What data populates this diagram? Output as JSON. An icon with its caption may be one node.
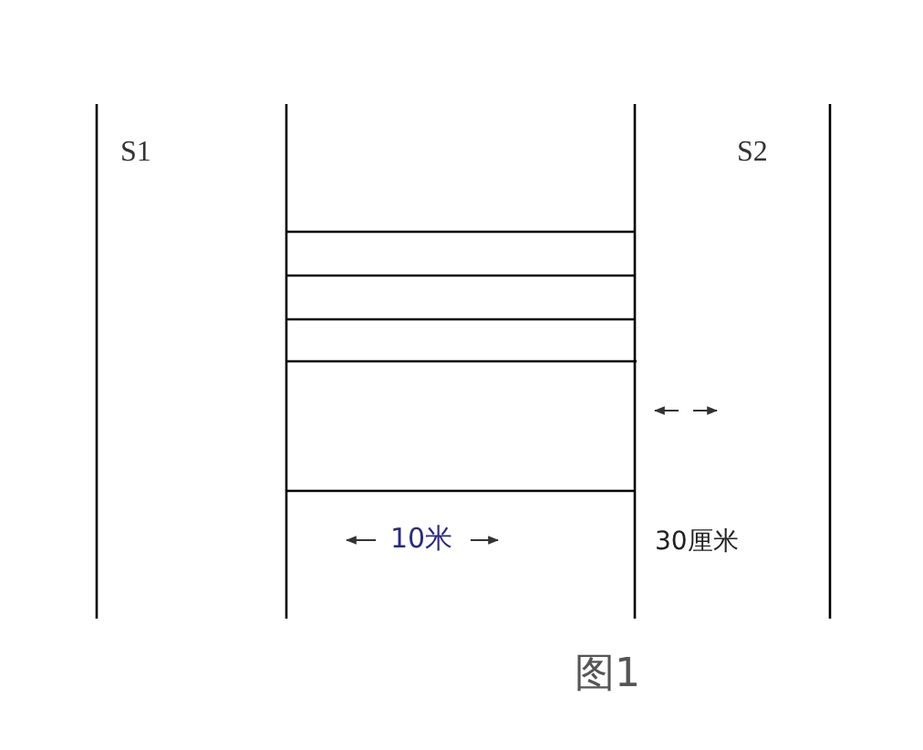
{
  "diagram": {
    "caption": "图1",
    "labels": [
      "S1",
      "S2",
      "10米",
      "30厘米"
    ]
  }
}
